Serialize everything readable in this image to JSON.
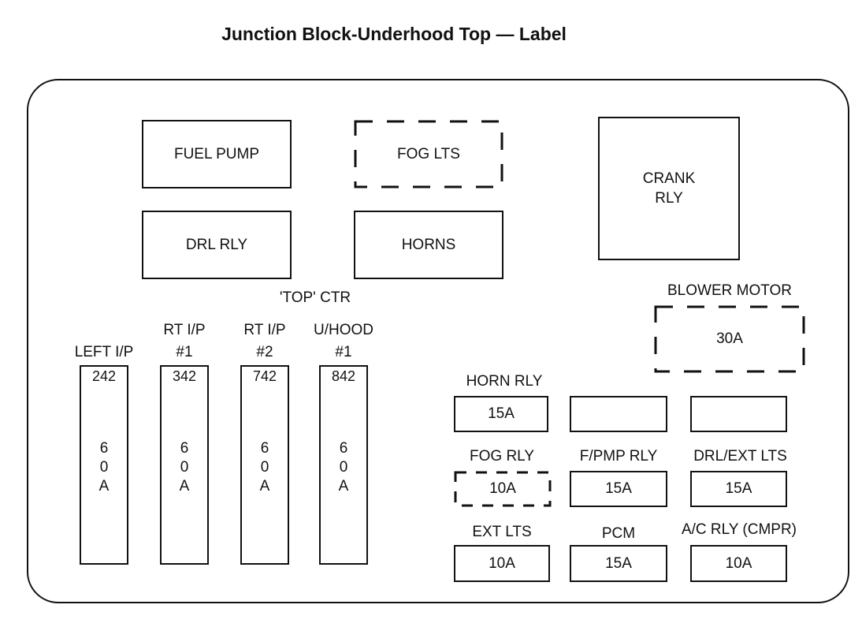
{
  "title": "Junction Block-Underhood Top — Label",
  "relays": {
    "fuel_pump": "FUEL PUMP",
    "fog_lts": "FOG LTS",
    "crank_rly_line1": "CRANK",
    "crank_rly_line2": "RLY",
    "drl_rly": "DRL RLY",
    "horns": "HORNS"
  },
  "top_ctr": "'TOP'  CTR",
  "blower": {
    "label": "BLOWER MOTOR",
    "rating": "30A"
  },
  "maxi_fuses": [
    {
      "label_line1": "",
      "label_line2": "LEFT I/P",
      "number": "242",
      "rating": [
        "6",
        "0",
        "A"
      ]
    },
    {
      "label_line1": "RT I/P",
      "label_line2": "#1",
      "number": "342",
      "rating": [
        "6",
        "0",
        "A"
      ]
    },
    {
      "label_line1": "RT I/P",
      "label_line2": "#2",
      "number": "742",
      "rating": [
        "6",
        "0",
        "A"
      ]
    },
    {
      "label_line1": "U/HOOD",
      "label_line2": "#1",
      "number": "842",
      "rating": [
        "6",
        "0",
        "A"
      ]
    }
  ],
  "mini_fuses": {
    "horn_rly": {
      "label": "HORN RLY",
      "rating": "15A"
    },
    "fog_rly": {
      "label": "FOG RLY",
      "rating": "10A"
    },
    "fpmp_rly": {
      "label": "F/PMP RLY",
      "rating": "15A"
    },
    "drl_ext_lts": {
      "label": "DRL/EXT LTS",
      "rating": "15A"
    },
    "ext_lts": {
      "label": "EXT LTS",
      "rating": "10A"
    },
    "pcm": {
      "label": "PCM",
      "rating": "15A"
    },
    "ac_rly": {
      "label": "A/C RLY (CMPR)",
      "rating": "10A"
    }
  }
}
